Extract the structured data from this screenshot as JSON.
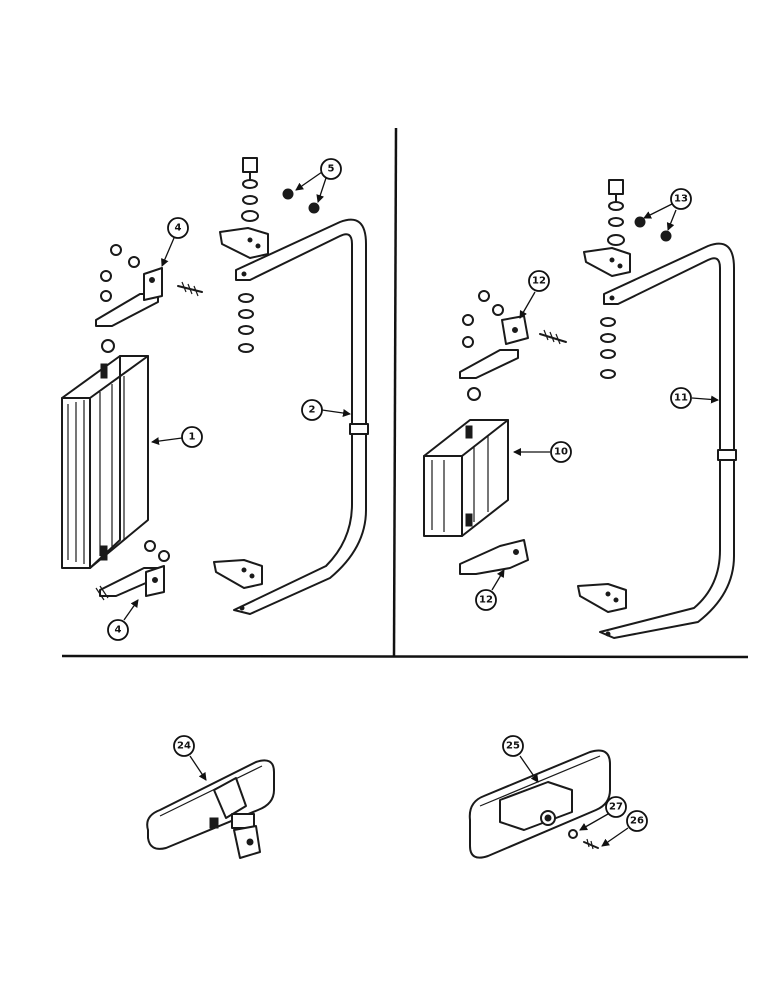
{
  "callouts": {
    "c1": "1",
    "c2": "2",
    "c4a": "4",
    "c4b": "4",
    "c5": "5",
    "c10": "10",
    "c11": "11",
    "c12a": "12",
    "c12b": "12",
    "c13": "13",
    "c24": "24",
    "c25": "25",
    "c26": "26",
    "c27": "27"
  }
}
